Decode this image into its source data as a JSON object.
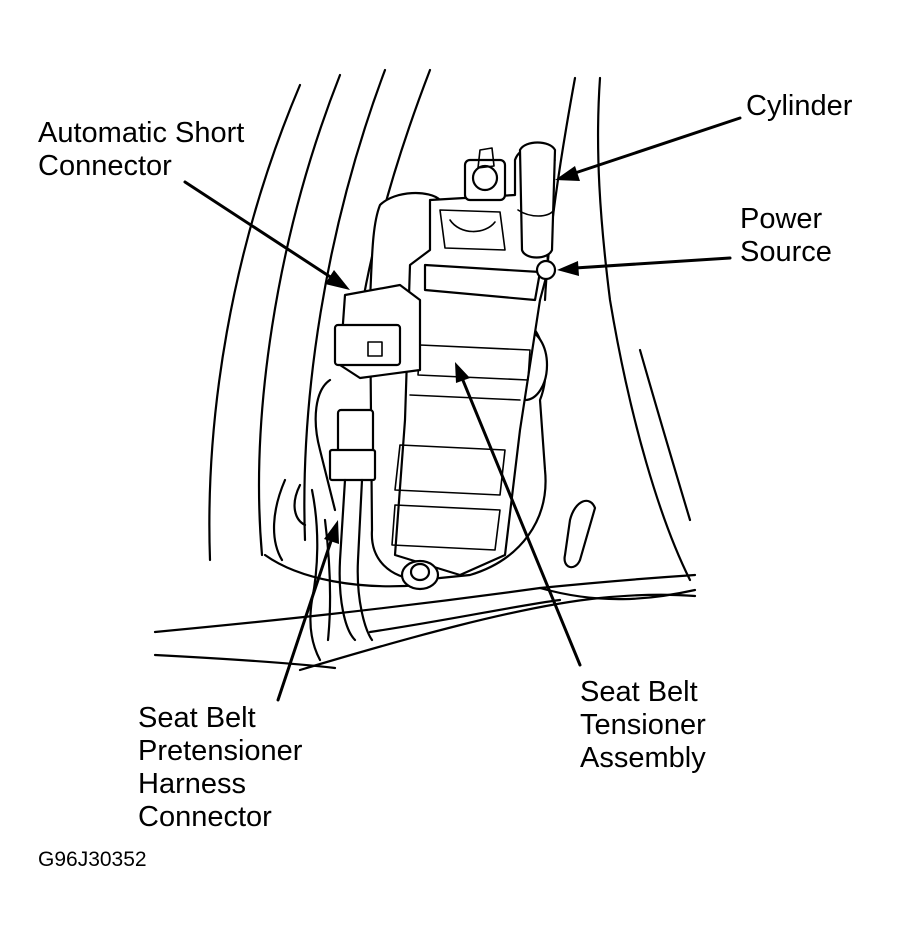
{
  "figure_code": "G96J30352",
  "callouts": {
    "automatic_short_connector": [
      "Automatic Short",
      "Connector"
    ],
    "cylinder": [
      "Cylinder"
    ],
    "power_source": [
      "Power",
      "Source"
    ],
    "harness_connector": [
      "Seat Belt",
      "Pretensioner",
      "Harness",
      "Connector"
    ],
    "tensioner_assembly": [
      "Seat Belt",
      "Tensioner",
      "Assembly"
    ]
  }
}
